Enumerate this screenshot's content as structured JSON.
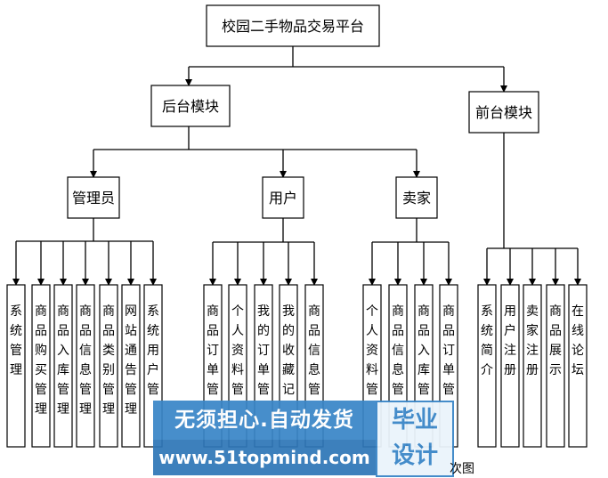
{
  "root": "校园二手物品交易平台",
  "level1": [
    "后台模块",
    "前台模块"
  ],
  "level2": [
    "管理员",
    "用户",
    "卖家"
  ],
  "admin_leaves": [
    "系统管理",
    "商品购买管理",
    "商品入库管理",
    "商品信息管理",
    "商品类别管理",
    "网站通告管理",
    "系统用户管"
  ],
  "user_leaves": [
    "商品订单管",
    "个人资料管",
    "我的订单管",
    "我的收藏记",
    "商品信息管"
  ],
  "seller_leaves": [
    "个人资料管",
    "商品信息管",
    "商品入库管",
    "商品订单管"
  ],
  "front_leaves": [
    "系统简介",
    "用户注册",
    "卖家注册",
    "商品展示",
    "在线论坛"
  ],
  "watermark": {
    "top": "无须担心.自动发货",
    "bottom": "www.51topmind.com",
    "badge_line1": "毕业",
    "badge_line2": "设计"
  },
  "caption": "次图"
}
